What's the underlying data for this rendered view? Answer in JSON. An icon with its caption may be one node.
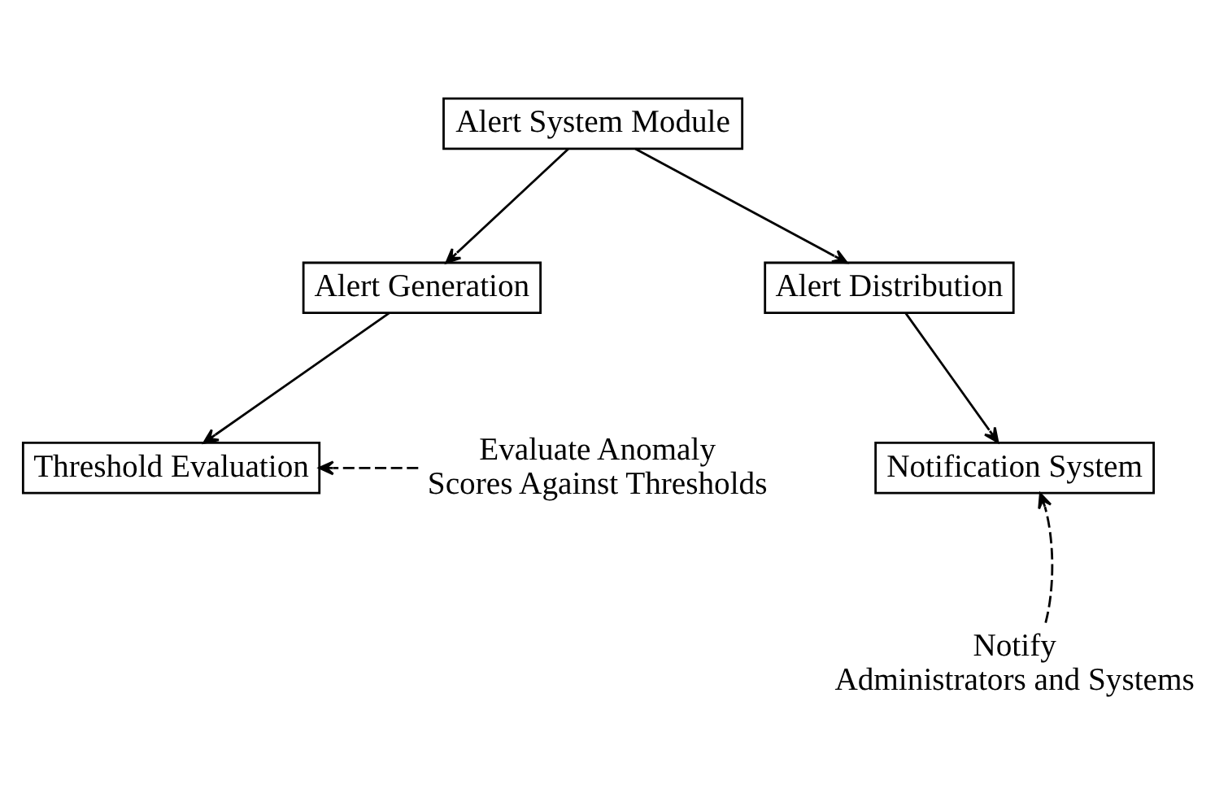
{
  "diagram": {
    "nodes": [
      {
        "text": [
          "Alert System Module"
        ]
      },
      {
        "text": [
          "Alert Generation"
        ]
      },
      {
        "text": [
          "Alert Distribution"
        ]
      },
      {
        "text": [
          "Threshold Evaluation"
        ]
      },
      {
        "text": [
          "Notification System"
        ]
      },
      {
        "text": [
          "Evaluate Anomaly Scores Against Thresholds"
        ]
      },
      {
        "text": [
          "Notify Administrators and Systems"
        ]
      }
    ],
    "edges": [
      {
        "from": 0,
        "to": 1,
        "arrow": "to"
      },
      {
        "from": 0,
        "to": 2,
        "arrow": "to"
      },
      {
        "from": 1,
        "to": 3,
        "arrow": "to"
      },
      {
        "from": 2,
        "to": 4,
        "arrow": "to"
      },
      {
        "from": 5,
        "to": 3,
        "arrow": "to",
        "style": "dashed"
      },
      {
        "from": 6,
        "to": 4,
        "arrow": "to",
        "style": "dashed"
      }
    ]
  }
}
